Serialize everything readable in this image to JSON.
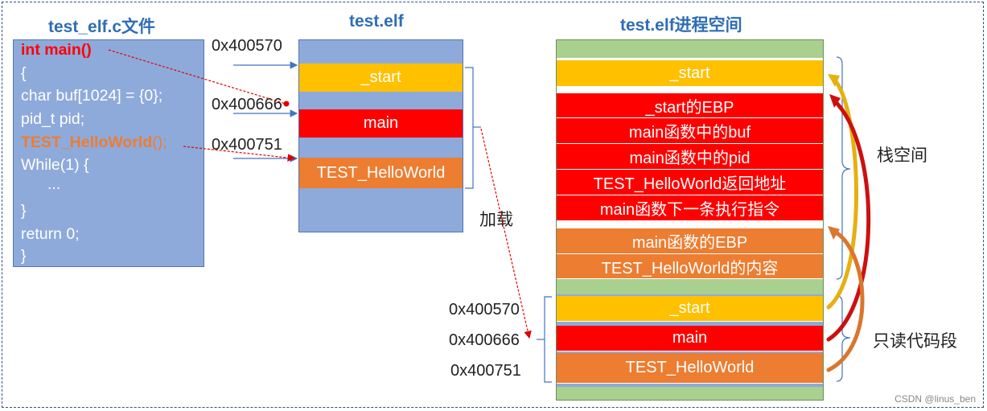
{
  "titles": {
    "source": "test_elf.c文件",
    "elf": "test.elf",
    "process": "test.elf进程空间"
  },
  "source_code": {
    "line1": "int main()",
    "line2": "{",
    "line3": "char buf[1024] = {0};",
    "line4": "pid_t pid;",
    "line5_name": "TEST_HelloWorld",
    "line5_call": "();",
    "line6": "While(1) {",
    "line7": "...",
    "line8": "}",
    "line9": "return 0;",
    "line10": "}"
  },
  "elf": {
    "addr_start": "0x400570",
    "addr_main": "0x400666",
    "addr_hello": "0x400751",
    "start": "_start",
    "main": "main",
    "hello": "TEST_HelloWorld"
  },
  "load_label": "加载",
  "stack": {
    "label": "栈空间",
    "items": [
      "_start",
      "_start的EBP",
      "main函数中的buf",
      "main函数中的pid",
      "TEST_HelloWorld返回地址",
      "main函数下一条执行指令",
      "main函数的EBP",
      "TEST_HelloWorld的内容"
    ]
  },
  "code_segment": {
    "label": "只读代码段",
    "addr_start": "0x400570",
    "addr_main": "0x400666",
    "addr_hello": "0x400751",
    "start": "_start",
    "main": "main",
    "hello": "TEST_HelloWorld"
  },
  "watermark": "CSDN @linus_ben",
  "colors": {
    "title_blue": "#2f6db5",
    "box_blue": "#8eaadb",
    "yellow": "#ffc000",
    "red": "#ff0000",
    "orange": "#ed7d31",
    "green": "#a9d08e"
  }
}
